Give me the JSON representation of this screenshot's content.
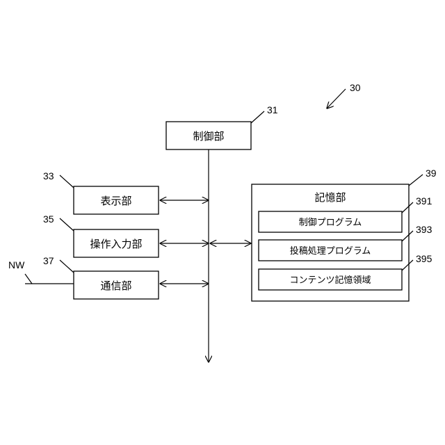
{
  "figure_ref": "30",
  "control_unit": {
    "ref": "31",
    "label": "制御部"
  },
  "display_unit": {
    "ref": "33",
    "label": "表示部"
  },
  "operation_input_unit": {
    "ref": "35",
    "label": "操作入力部"
  },
  "communication_unit": {
    "ref": "37",
    "label": "通信部",
    "network_label": "NW"
  },
  "storage_unit": {
    "ref": "39",
    "label": "記憶部",
    "items": [
      {
        "ref": "391",
        "label": "制御プログラム"
      },
      {
        "ref": "393",
        "label": "投稿処理プログラム"
      },
      {
        "ref": "395",
        "label": "コンテンツ記憶領域"
      }
    ]
  }
}
